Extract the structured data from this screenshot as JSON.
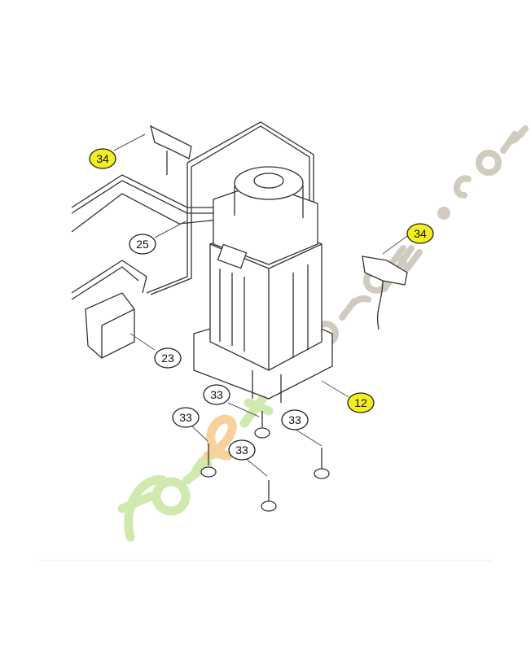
{
  "diagram": {
    "callouts": [
      {
        "label": "34",
        "highlight": true
      },
      {
        "label": "25",
        "highlight": false
      },
      {
        "label": "34",
        "highlight": true
      },
      {
        "label": "23",
        "highlight": false
      },
      {
        "label": "33",
        "highlight": false
      },
      {
        "label": "12",
        "highlight": true
      },
      {
        "label": "33",
        "highlight": false
      },
      {
        "label": "33",
        "highlight": false
      },
      {
        "label": "33",
        "highlight": false
      }
    ],
    "highlight_color": "#f5ee1f",
    "watermark": {
      "text": "foretjardin.com",
      "colors": [
        "#c8e6a0",
        "#f7c98a",
        "#c9c3b5"
      ]
    }
  }
}
